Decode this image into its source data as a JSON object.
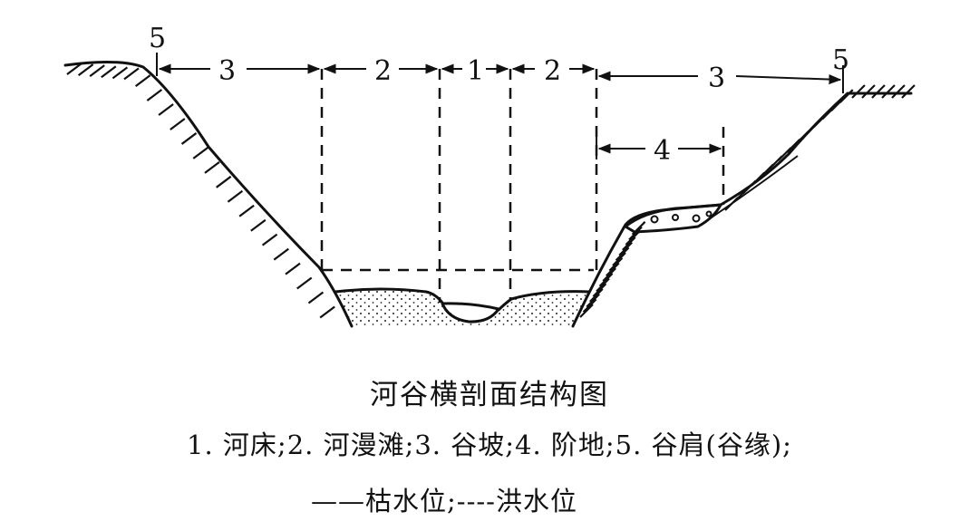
{
  "diagram": {
    "zones": [
      {
        "id": "3",
        "name": "谷坡"
      },
      {
        "id": "2",
        "name": "河漫滩"
      },
      {
        "id": "1",
        "name": "河床"
      },
      {
        "id": "2",
        "name": "河漫滩"
      },
      {
        "id": "3",
        "name": "谷坡"
      },
      {
        "id": "4",
        "name": "阶地"
      }
    ],
    "shoulder_labels": [
      "5",
      "5"
    ],
    "dim_labels": {
      "left_slope": "3",
      "left_floodplain": "2",
      "channel": "1",
      "right_floodplain": "2",
      "right_slope": "3",
      "terrace": "4",
      "left_shoulder": "5",
      "right_shoulder": "5"
    }
  },
  "caption": {
    "title": "河谷横剖面结构图",
    "legend": "1. 河床;2. 河漫滩;3. 谷坡;4. 阶地;5. 谷肩(谷缘);",
    "key": "——枯水位;----洪水位"
  }
}
